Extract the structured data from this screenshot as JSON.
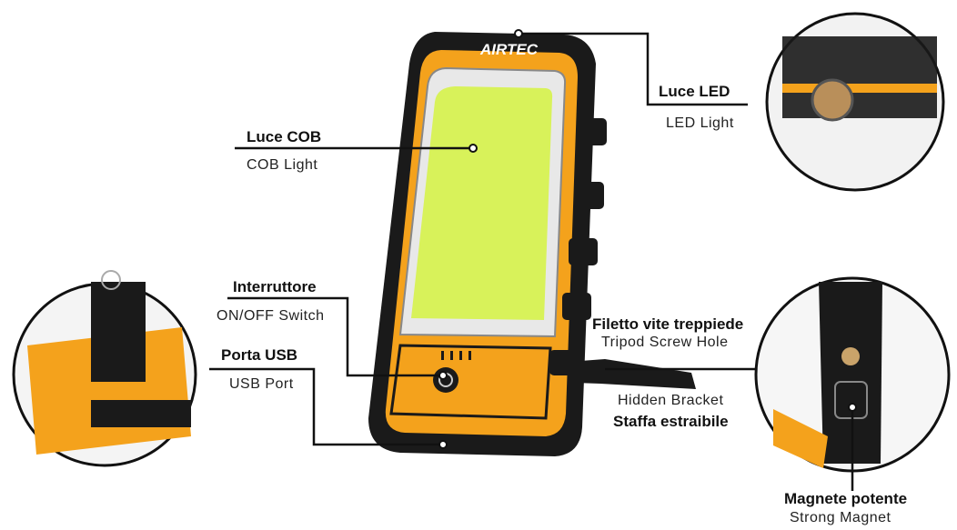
{
  "brand": "AIRTEC",
  "callouts": [
    {
      "it": "Luce COB",
      "en": "COB Light"
    },
    {
      "it": "Luce LED",
      "en": "LED Light"
    },
    {
      "it": "Interruttore",
      "en": "ON/OFF Switch"
    },
    {
      "it": "Porta USB",
      "en": "USB Port"
    },
    {
      "it": "Filetto vite treppiede",
      "en": "Tripod Screw Hole"
    },
    {
      "it": "Staffa estraibile",
      "en": "Hidden Bracket"
    },
    {
      "it": "Magnete potente",
      "en": "Strong Magnet"
    }
  ],
  "colors": {
    "orange": "#f4a21c",
    "black": "#1a1a1a",
    "cob": "#d8f25a"
  }
}
